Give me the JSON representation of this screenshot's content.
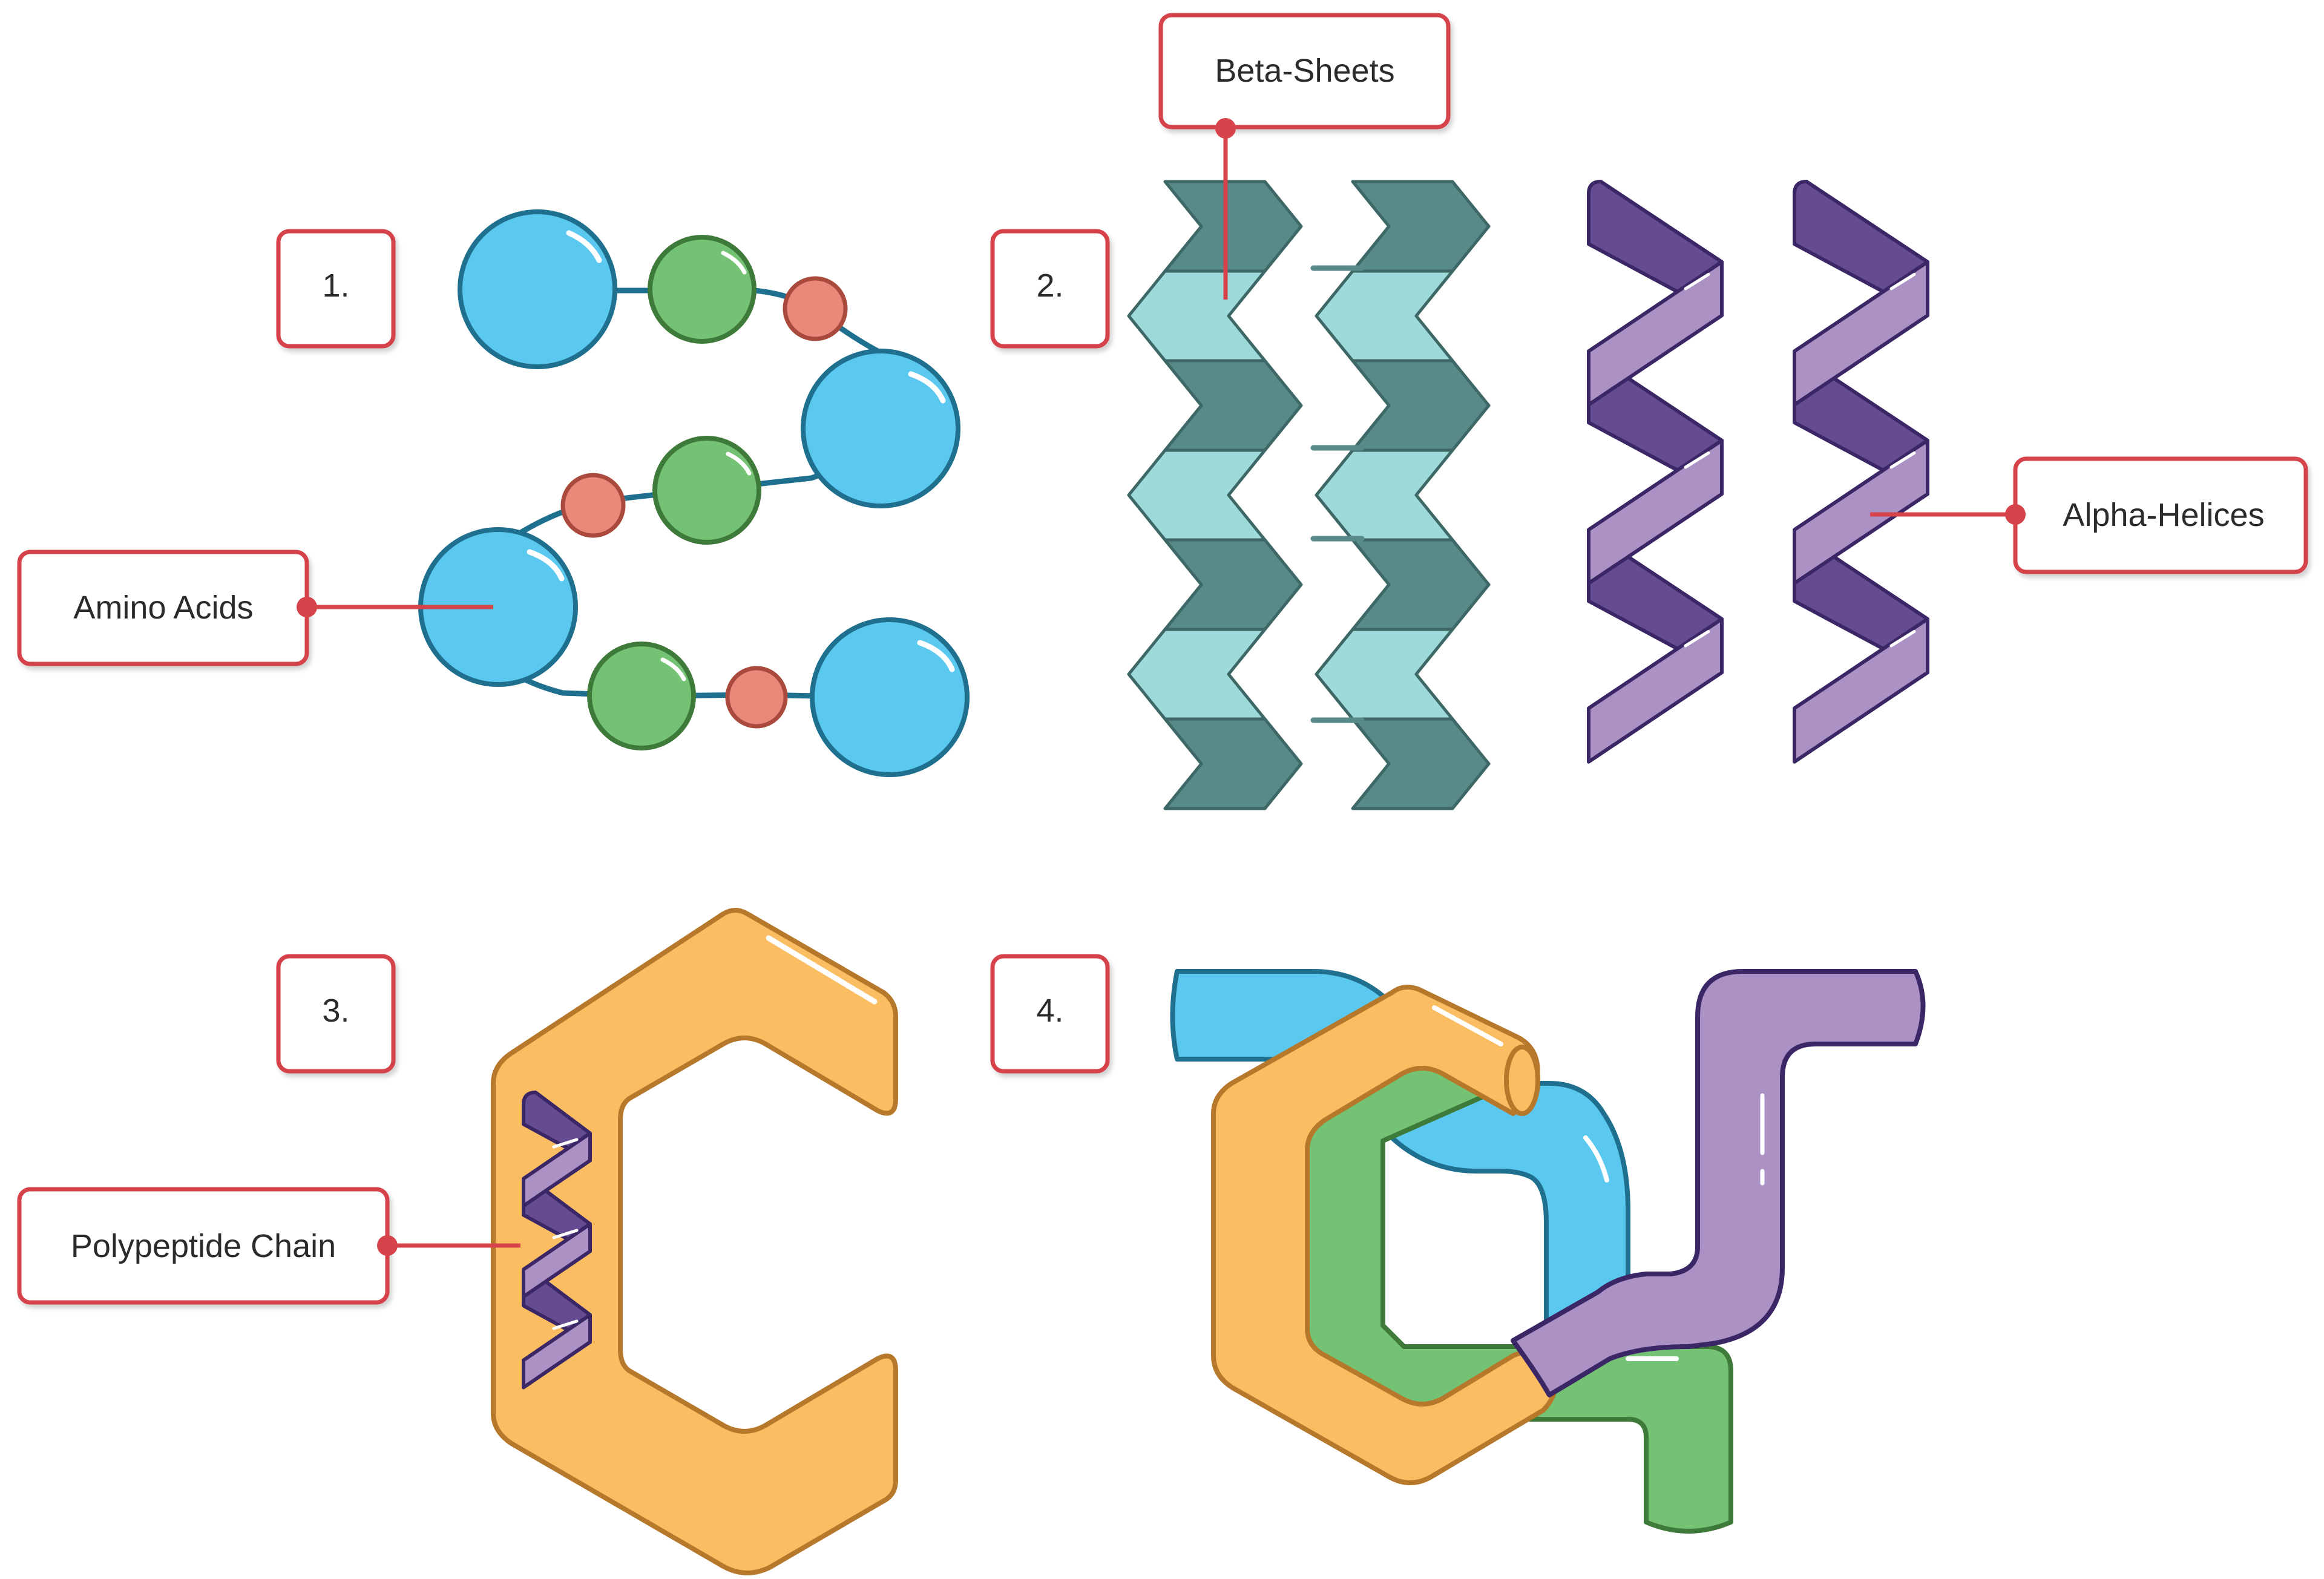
{
  "steps": {
    "s1": "1.",
    "s2": "2.",
    "s3": "3.",
    "s4": "4."
  },
  "callouts": {
    "amino": "Amino Acids",
    "beta": "Beta-Sheets",
    "alpha": "Alpha-Helices",
    "polypeptide": "Polypeptide Chain"
  },
  "colors": {
    "callout_border": "#d6434a",
    "amino_large": "#5bc8f0",
    "amino_medium": "#74c274",
    "amino_small": "#e8897a",
    "beta_dark": "#578a88",
    "beta_light": "#9fdada",
    "alpha_dark": "#654b91",
    "alpha_light": "#ab91c4",
    "tertiary": "#fbbd61",
    "outline_blue": "#1f6f8f",
    "outline_purple": "#3b2766"
  }
}
